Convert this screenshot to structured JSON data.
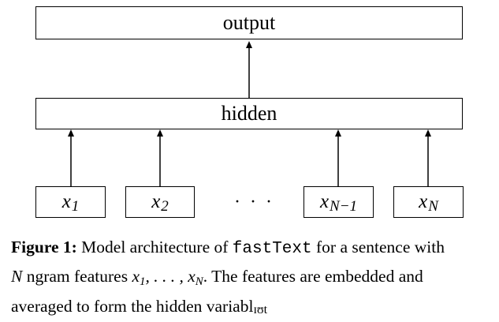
{
  "diagram": {
    "output_label": "output",
    "hidden_label": "hidden",
    "inputs": [
      {
        "base": "x",
        "sub": "1"
      },
      {
        "base": "x",
        "sub": "2"
      },
      {
        "base": "x",
        "sub": "N−1"
      },
      {
        "base": "x",
        "sub": "N"
      }
    ],
    "ellipsis": "· · ·"
  },
  "caption": {
    "label": "Figure 1:",
    "text_1": " Model architecture of ",
    "code": "fastText",
    "text_2": " for a sentence with",
    "math_n": "N",
    "text_3": " ngram features ",
    "math_seq": "x",
    "seq_sub_1": "1",
    "seq_mid": ", . . . , x",
    "seq_sub_n": "N",
    "text_4": ". The features are embedded and",
    "text_5": "averaged to form the hidden variabl",
    "artifact": "ɪʊt"
  }
}
